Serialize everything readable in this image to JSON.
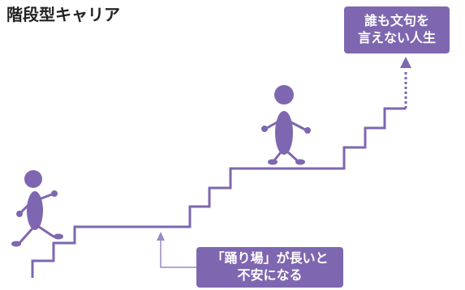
{
  "title": {
    "cut_line": "",
    "line": "階段型キャリア"
  },
  "callout_top": {
    "line1": "誰も文句を",
    "line2": "言えない人生"
  },
  "callout_bottom": {
    "line1": "「踊り場」が長いと",
    "line2": "不安になる"
  },
  "colors": {
    "stairs": "#7e67b0",
    "figure": "#7e67b0",
    "callout_bg": "#7e67b0",
    "callout_text": "#ffffff",
    "pointer": "#9a89c4"
  }
}
